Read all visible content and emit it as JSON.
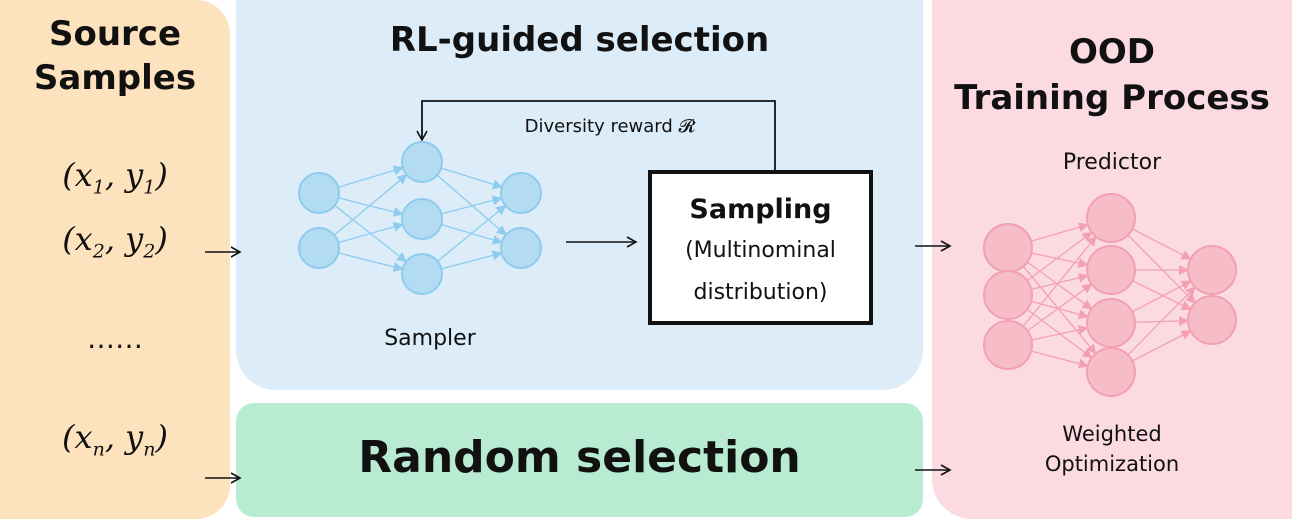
{
  "source_panel": {
    "title_line1": "Source",
    "title_line2": "Samples",
    "samples": [
      {
        "x": "x",
        "y": "y",
        "sub": "1"
      },
      {
        "x": "x",
        "y": "y",
        "sub": "2"
      },
      {
        "x": "x",
        "y": "y",
        "sub": "n"
      }
    ],
    "ellipsis": "……"
  },
  "rl_panel": {
    "title": "RL-guided selection",
    "feedback_label": "Diversity reward 𝓡",
    "sampler_label": "Sampler",
    "sampling_box": {
      "title": "Sampling",
      "line1": "(Multinominal",
      "line2": "distribution)"
    }
  },
  "random_panel": {
    "title": "Random selection"
  },
  "ood_panel": {
    "title_line1": "OOD",
    "title_line2": "Training Process",
    "predictor_label": "Predictor",
    "bottom_line1": "Weighted",
    "bottom_line2": "Optimization"
  },
  "colors": {
    "source_bg": "#fde3bd",
    "rl_bg": "#dcedf9",
    "random_bg": "#b9ebd3",
    "ood_bg": "#fbdbe1",
    "sampler_node": "#b3dcf3",
    "sampler_stroke": "#8ecbee",
    "predictor_node": "#f6bcc8",
    "predictor_stroke": "#f2a0b2"
  }
}
